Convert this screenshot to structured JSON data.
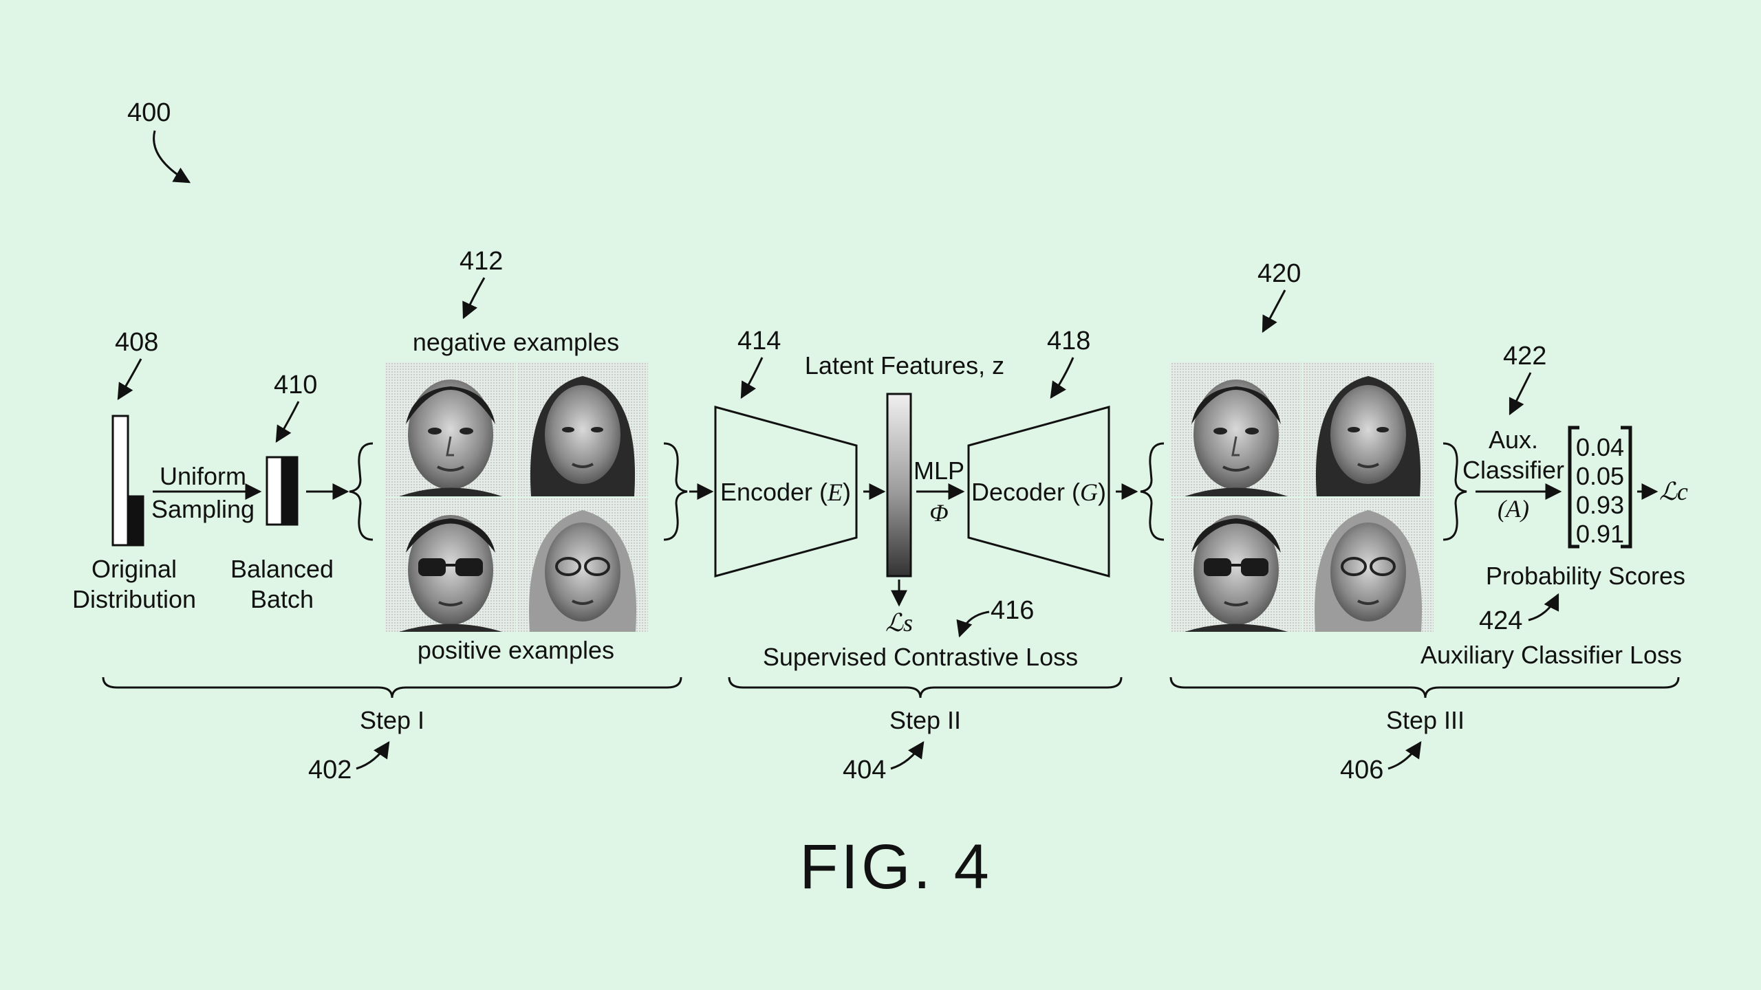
{
  "figure": {
    "ref_main": "400",
    "caption": "FIG. 4"
  },
  "step1": {
    "ref_original": "408",
    "ref_balanced": "410",
    "ref_examples": "412",
    "uniform": "Uniform",
    "sampling": "Sampling",
    "original_l1": "Original",
    "original_l2": "Distribution",
    "balanced_l1": "Balanced",
    "balanced_l2": "Batch",
    "negative": "negative examples",
    "positive": "positive examples",
    "step_label": "Step I",
    "step_ref": "402"
  },
  "step2": {
    "ref_encoder": "414",
    "ref_decoder": "418",
    "ref_loss": "416",
    "latent": "Latent Features, z",
    "encoder_text": "Encoder (",
    "encoder_sym": "E",
    "encoder_close": ")",
    "mlp": "MLP",
    "phi": "Φ",
    "decoder_text": "Decoder (",
    "decoder_sym": "G",
    "decoder_close": ")",
    "loss_symbol": "ℒs",
    "supervised": "Supervised Contrastive Loss",
    "step_label": "Step II",
    "step_ref": "404"
  },
  "step3": {
    "ref_generated": "420",
    "ref_classifier": "422",
    "ref_aux_loss": "424",
    "aux_l1": "Aux.",
    "aux_l2": "Classifier",
    "aux_l3": "(A)",
    "scores": [
      "0.04",
      "0.05",
      "0.93",
      "0.91"
    ],
    "loss_symbol": "ℒc",
    "prob_scores": "Probability Scores",
    "aux_loss": "Auxiliary Classifier Loss",
    "step_label": "Step III",
    "step_ref": "406"
  },
  "colors": {
    "background": "#dff5e5",
    "ink": "#111111"
  }
}
